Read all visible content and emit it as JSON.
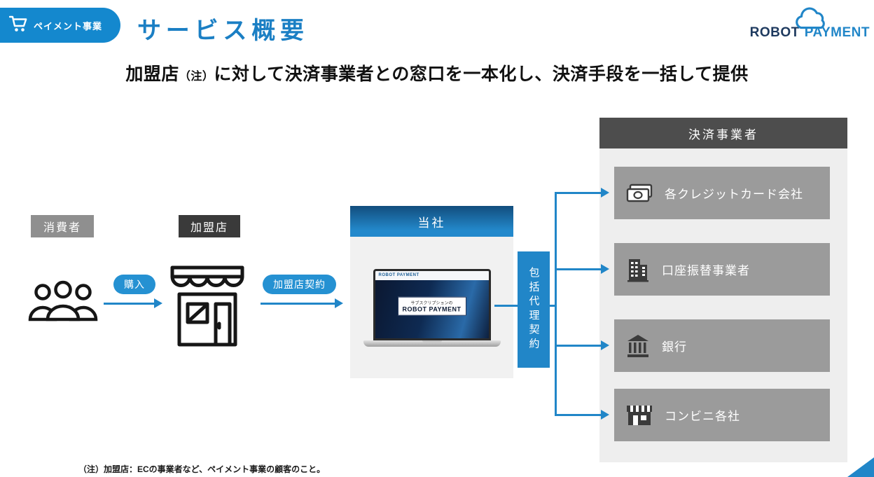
{
  "colors": {
    "accent_blue": "#2186c8",
    "title_blue": "#1b7fc4",
    "badge_blue": "#1488ce",
    "dark_gray": "#3a3a3a",
    "mid_gray": "#8f8f8f",
    "provider_box_gray": "#9b9b9b",
    "panel_header_gray": "#4d4d4d"
  },
  "header": {
    "badge_label": "ペイメント事業",
    "title": "サービス概要",
    "logo": {
      "robot": "ROBOT",
      "payment": "PAYMENT"
    }
  },
  "subtitle": {
    "pre": "加盟店",
    "note": "（注）",
    "rest": "に対して決済事業者との窓口を一本化し、決済手段を一括して提供"
  },
  "diagram": {
    "consumer_label": "消費者",
    "merchant_label": "加盟店",
    "company_label": "当社",
    "purchase_arrow_label": "購入",
    "merchant_contract_arrow_label": "加盟店契約",
    "agency_contract_label": "包括代理契約",
    "laptop_screen": {
      "brand": "ROBOT PAYMENT",
      "tagline": "サブスクリプションの"
    },
    "providers_header": "決済事業者",
    "providers": [
      {
        "label": "各クレジットカード会社",
        "icon": "credit-card-icon"
      },
      {
        "label": "口座振替事業者",
        "icon": "office-building-icon"
      },
      {
        "label": "銀行",
        "icon": "bank-icon"
      },
      {
        "label": "コンビニ各社",
        "icon": "convenience-store-icon"
      }
    ]
  },
  "footnote": "（注）加盟店：ECの事業者など、ペイメント事業の顧客のこと。"
}
